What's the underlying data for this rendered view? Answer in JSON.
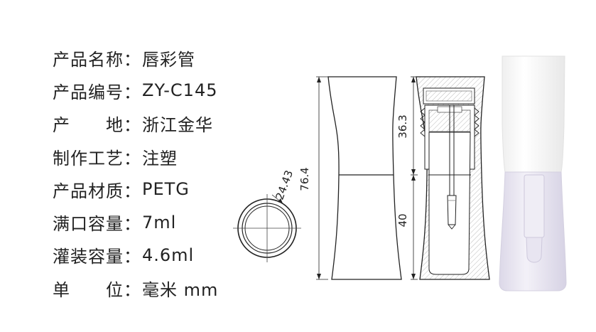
{
  "specs": [
    {
      "label": "产品名称",
      "value": "唇彩管"
    },
    {
      "label": "产品编号",
      "value": "ZY-C145"
    },
    {
      "label": "产　　地",
      "value": "浙江金华"
    },
    {
      "label": "制作工艺",
      "value": "注塑"
    },
    {
      "label": "产品材质",
      "value": "PETG"
    },
    {
      "label": "满口容量",
      "value": "7ml"
    },
    {
      "label": "灌装容量",
      "value": "4.6ml"
    },
    {
      "label": "单　　位",
      "value": "毫米 mm"
    }
  ],
  "colon": "：",
  "dimensions": {
    "diameter": "24.43",
    "height": "76.4",
    "cap": "36.3",
    "body": "40"
  }
}
